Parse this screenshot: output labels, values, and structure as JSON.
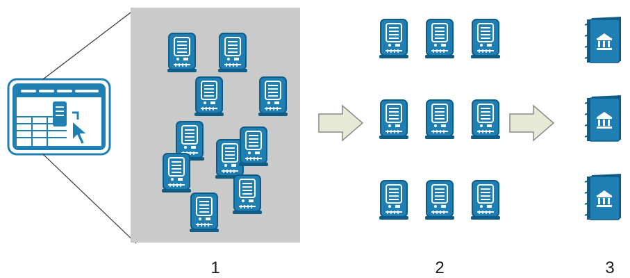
{
  "steps": [
    {
      "label": "1",
      "icon": "server-icon"
    },
    {
      "label": "2",
      "icon": "server-icon"
    },
    {
      "label": "3",
      "icon": "bank-book-icon"
    }
  ],
  "source_icon": "spreadsheet-cursor-icon",
  "flow_icon": "arrow-right-icon",
  "colors": {
    "icon_fill": "#1f7fb3",
    "icon_dark": "#0f5d86",
    "icon_light": "#ffffff",
    "panel_bg": "#cacaca",
    "arrow_fill": "#e6e9d6",
    "arrow_stroke": "#888888",
    "line": "#333333"
  }
}
